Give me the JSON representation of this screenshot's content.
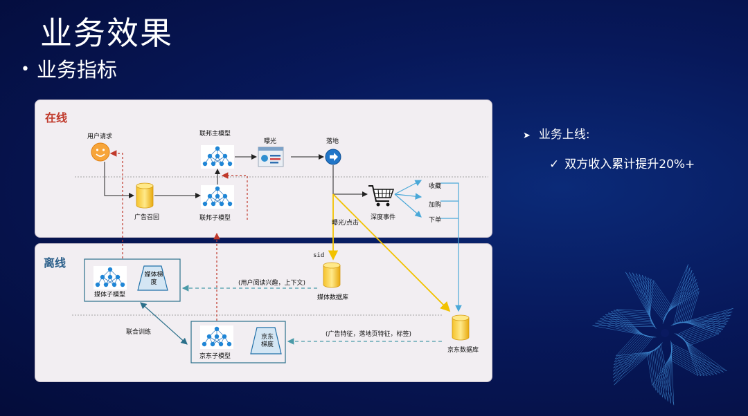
{
  "slide": {
    "title": "业务效果",
    "subtitle": "业务指标"
  },
  "panels": {
    "online": "在线",
    "offline": "离线"
  },
  "labels": {
    "user_request": "用户请求",
    "federated_main_model": "联邦主模型",
    "exposure": "曝光",
    "landing": "落地",
    "ad_recall": "广告召回",
    "federated_sub_model": "联邦子模型",
    "deep_events": "深度事件",
    "favorite": "收藏",
    "add_to_cart": "加购",
    "place_order": "下单",
    "exposure_click": "曝光/点击",
    "sid": "sid",
    "media_db": "媒体数据库",
    "media_sub_model": "媒体子模型",
    "media_gradient": "媒体梯度",
    "user_features": "(用户阅读兴趣，上下文)",
    "joint_training": "联合训练",
    "jd_sub_model": "京东子模型",
    "jd_gradient": "京东梯度",
    "ad_features": "(广告特征，落地页特征，标签)",
    "jd_db": "京东数据库"
  },
  "bullets": {
    "launch": "业务上线:",
    "result": "双方收入累计提升20%+"
  },
  "colors": {
    "online_title": "#c0392b",
    "offline_title": "#2b5f8a",
    "red_dash": "#c0392b",
    "teal_dash": "#4a9aa8",
    "yellow": "#f2c200",
    "blue_line": "#4aa8d8"
  }
}
